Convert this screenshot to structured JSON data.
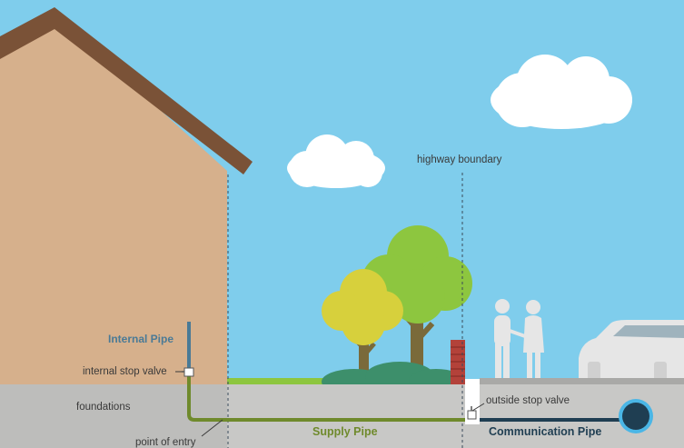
{
  "labels": {
    "highway_boundary": "highway boundary",
    "internal_pipe": "Internal Pipe",
    "internal_stop_valve": "internal stop valve",
    "foundations": "foundations",
    "point_of_entry": "point of entry",
    "supply_pipe": "Supply Pipe",
    "outside_stop_valve": "outside stop valve",
    "communication_pipe": "Communication Pipe"
  },
  "colors": {
    "sky": "#7fcdec",
    "house_wall": "#d6b08c",
    "roof": "#7a5237",
    "ground": "#c8c8c6",
    "internal_pipe": "#4a7a96",
    "supply_pipe": "#6f8a2c",
    "communication_pipe": "#1f3e52",
    "brick": "#b3423a",
    "grass": "#8dc63f"
  },
  "icons": [
    "cloud-icon",
    "tree-icon",
    "people-silhouette-icon",
    "car-icon",
    "stop-valve-icon",
    "brick-wall-icon"
  ]
}
